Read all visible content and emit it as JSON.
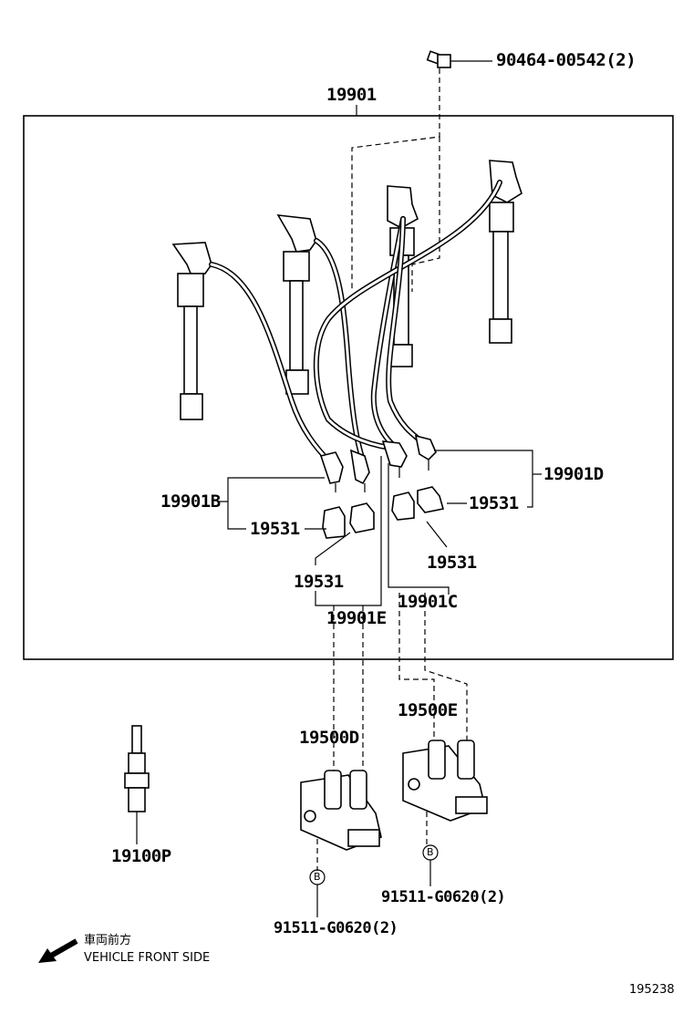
{
  "labels": {
    "bolt_top": "90464-00542(2)",
    "cord_set": "19901",
    "cord_b": "19901B",
    "cord_c": "19901C",
    "cord_d": "19901D",
    "cord_e": "19901E",
    "clamp_left_upper": "19531",
    "clamp_left_lower": "19531",
    "clamp_right_upper": "19531",
    "clamp_right_lower": "19531",
    "coil_d": "19500D",
    "coil_e": "19500E",
    "spark_plug": "19100P",
    "bolt_left": "91511-G0620(2)",
    "bolt_right": "91511-G0620(2)",
    "ref_b_left": "B",
    "ref_b_right": "B"
  },
  "direction": {
    "jp": "車両前方",
    "en": "VEHICLE FRONT SIDE"
  },
  "figure_id": "195238",
  "icons": [
    "arrow-front-icon",
    "spark-plug-icon",
    "ignition-coil-icon",
    "plug-boot-icon",
    "cord-clamp-icon",
    "bolt-icon"
  ]
}
